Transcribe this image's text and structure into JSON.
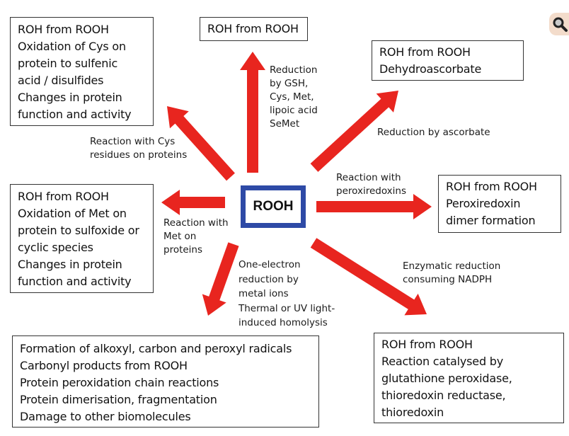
{
  "colors": {
    "arrow": "#e8251f",
    "center_border": "#2e4aa6",
    "box_border": "#333333"
  },
  "center_node": {
    "label": "ROOH"
  },
  "boxes": {
    "top_left": [
      "ROH from ROOH",
      "Oxidation of Cys on",
      "protein to sulfenic",
      "acid / disulfides",
      "Changes in protein",
      "function and activity"
    ],
    "top_center": [
      "ROH from ROOH"
    ],
    "top_right": [
      "ROH from ROOH",
      "Dehydroascorbate"
    ],
    "middle_left": [
      "ROH from ROOH",
      "Oxidation of Met on",
      "protein to sulfoxide or",
      "cyclic species",
      "Changes in protein",
      "function and activity"
    ],
    "middle_right": [
      "ROH from ROOH",
      "Peroxiredoxin",
      "dimer formation"
    ],
    "bottom_left": [
      "Formation of alkoxyl, carbon and peroxyl radicals",
      "Carbonyl products from ROOH",
      "Protein peroxidation chain reactions",
      "Protein dimerisation, fragmentation",
      "Damage to other biomolecules"
    ],
    "bottom_right": [
      "ROH from ROOH",
      "Reaction catalysed by",
      "glutathione peroxidase,",
      "thioredoxin reductase,",
      "thioredoxin"
    ]
  },
  "labels": {
    "up": [
      "Reduction",
      "by GSH,",
      "Cys, Met,",
      "lipoic acid",
      "SeMet"
    ],
    "up_left": [
      "Reaction with Cys",
      "residues on proteins"
    ],
    "up_right": [
      "Reduction by ascorbate"
    ],
    "left": [
      "Reaction with",
      "Met on",
      "proteins"
    ],
    "right": [
      "Reaction with",
      "peroxiredoxins"
    ],
    "down": [
      "One-electron",
      "reduction by",
      "metal ions",
      "Thermal or UV light-",
      "induced homolysis"
    ],
    "down_right": [
      "Enzymatic reduction",
      "consuming NADPH"
    ]
  },
  "icons": {
    "zoom_button": "magnifier-icon"
  }
}
